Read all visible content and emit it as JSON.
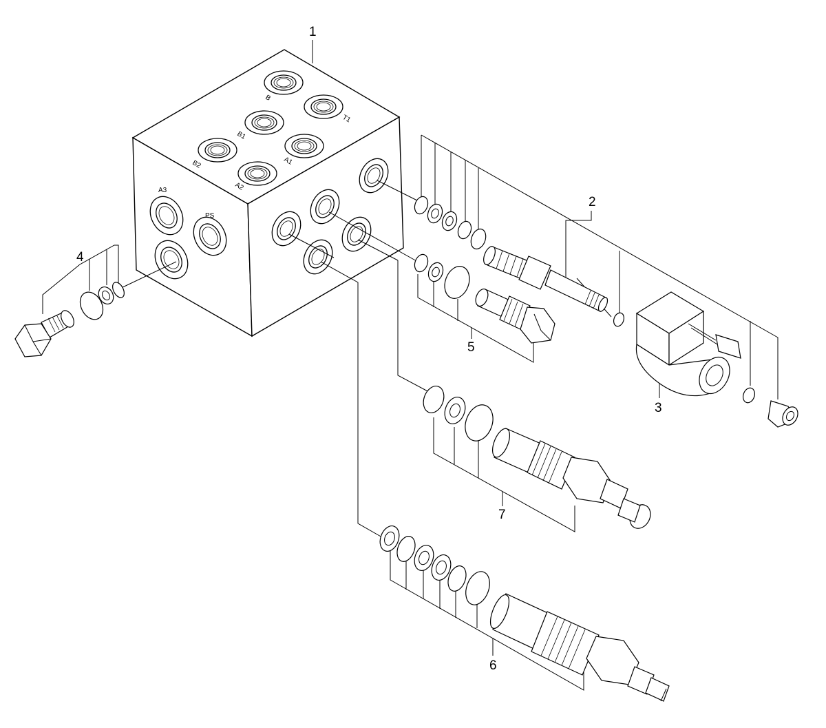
{
  "callouts": [
    "1",
    "2",
    "3",
    "4",
    "5",
    "6",
    "7"
  ],
  "ports": {
    "b": "B",
    "t1": "T1",
    "b1": "B1",
    "b2": "B2",
    "a1": "A1",
    "a2": "A2",
    "a3": "A3",
    "ps": "PS"
  }
}
